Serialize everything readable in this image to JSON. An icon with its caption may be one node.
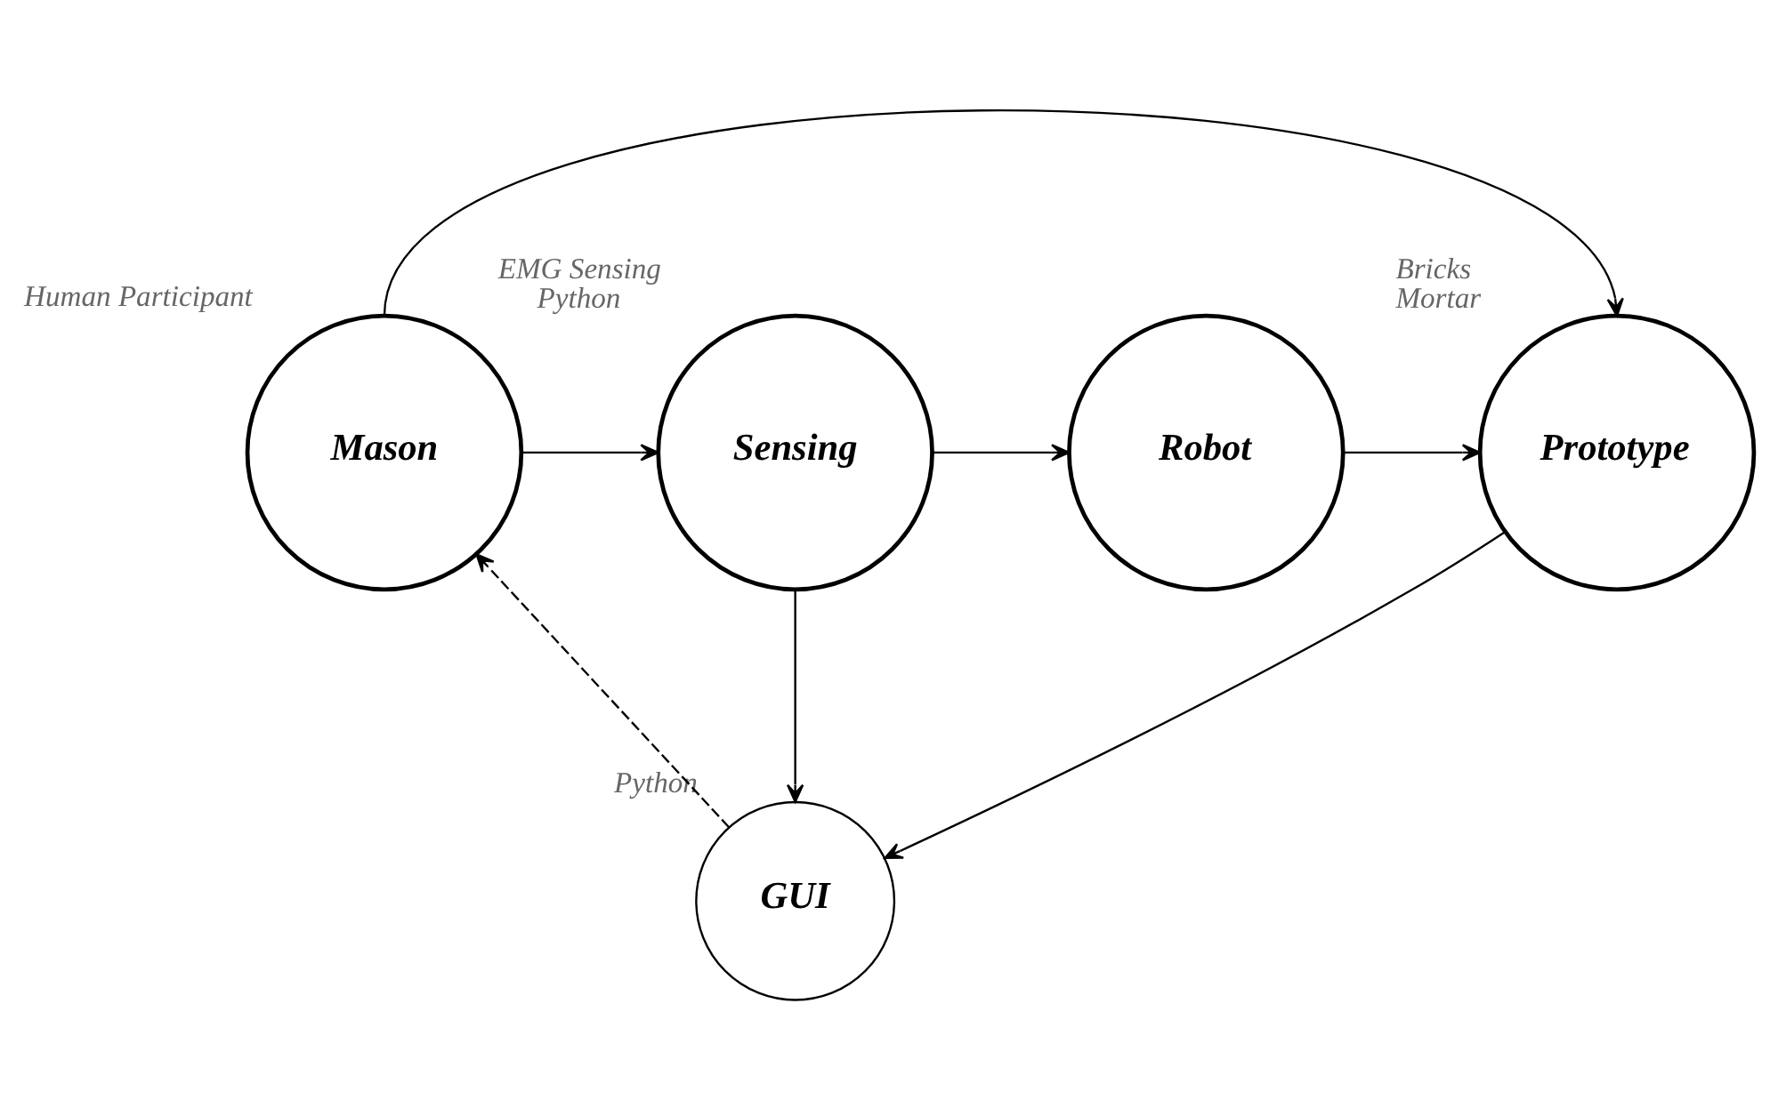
{
  "diagram": {
    "nodes": [
      {
        "text": [
          "Mason"
        ],
        "beside": [
          "Human Participant"
        ]
      },
      {
        "text": [
          "Sensing"
        ],
        "beside": [
          "EMG Sensing",
          "Python"
        ]
      },
      {
        "text": [
          "Robot"
        ]
      },
      {
        "text": [
          "Prototype"
        ],
        "beside": [
          "Bricks",
          "Mortar"
        ]
      },
      {
        "text": [
          "GUI"
        ],
        "beside": [
          "Python"
        ]
      }
    ],
    "edges": [
      {
        "from": 0,
        "to": 1,
        "arrow": "to"
      },
      {
        "from": 1,
        "to": 2,
        "arrow": "to"
      },
      {
        "from": 2,
        "to": 3,
        "arrow": "to"
      },
      {
        "from": 0,
        "to": 3,
        "arrow": "to"
      },
      {
        "from": 1,
        "to": 4,
        "arrow": "to"
      },
      {
        "from": 3,
        "to": 4,
        "arrow": "to"
      },
      {
        "from": 4,
        "to": 0,
        "arrow": "to",
        "style": "dashed"
      }
    ]
  }
}
